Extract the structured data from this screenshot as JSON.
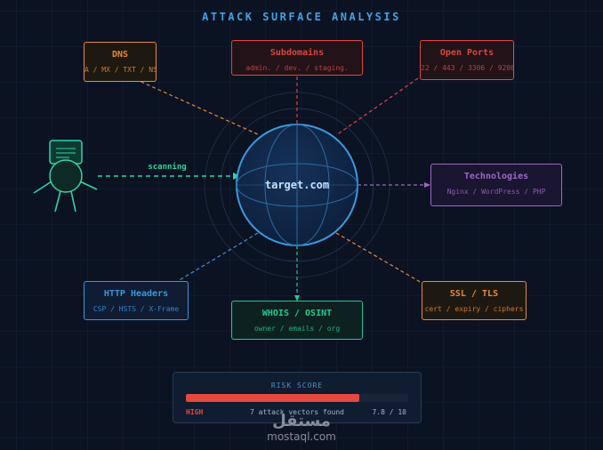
{
  "title": "ATTACK SURFACE ANALYSIS",
  "center": {
    "label": "target.com"
  },
  "scanner": {
    "link_label": "scanning"
  },
  "nodes": [
    {
      "id": "dns",
      "title": "DNS",
      "detail": "A / MX / TXT / NS",
      "color": "#e8893a",
      "bg": "#1e1910"
    },
    {
      "id": "subdomains",
      "title": "Subdomains",
      "detail": "admin. / dev. / staging.",
      "color": "#e0463e",
      "bg": "#221319"
    },
    {
      "id": "open-ports",
      "title": "Open Ports",
      "detail": "22 / 443 / 3306 / 9200",
      "color": "#e0463e",
      "bg": "#221319"
    },
    {
      "id": "technologies",
      "title": "Technologies",
      "detail": "Nginx / WordPress / PHP",
      "color": "#a066c9",
      "bg": "#1a1530"
    },
    {
      "id": "ssl-tls",
      "title": "SSL / TLS",
      "detail": "cert / expiry / ciphers",
      "color": "#e8893a",
      "bg": "#1e1910"
    },
    {
      "id": "whois-osint",
      "title": "WHOIS / OSINT",
      "detail": "owner / emails / org",
      "color": "#22c98f",
      "bg": "#0d2220"
    },
    {
      "id": "http-headers",
      "title": "HTTP Headers",
      "detail": "CSP / HSTS / X-Frame",
      "color": "#3b96dc",
      "bg": "#0f1c33"
    }
  ],
  "risk": {
    "label": "RISK SCORE",
    "level": "HIGH",
    "vectors": "7 attack vectors found",
    "score_text": "7.8 / 10",
    "fraction": 0.78
  },
  "colors": {
    "background": "#0b1222",
    "accent": "#3fa3e6",
    "scanner": "#2fd6a3",
    "risk_high": "#e5483f"
  },
  "watermark": {
    "arabic": "مستقل",
    "latin": "mostaql.com"
  }
}
